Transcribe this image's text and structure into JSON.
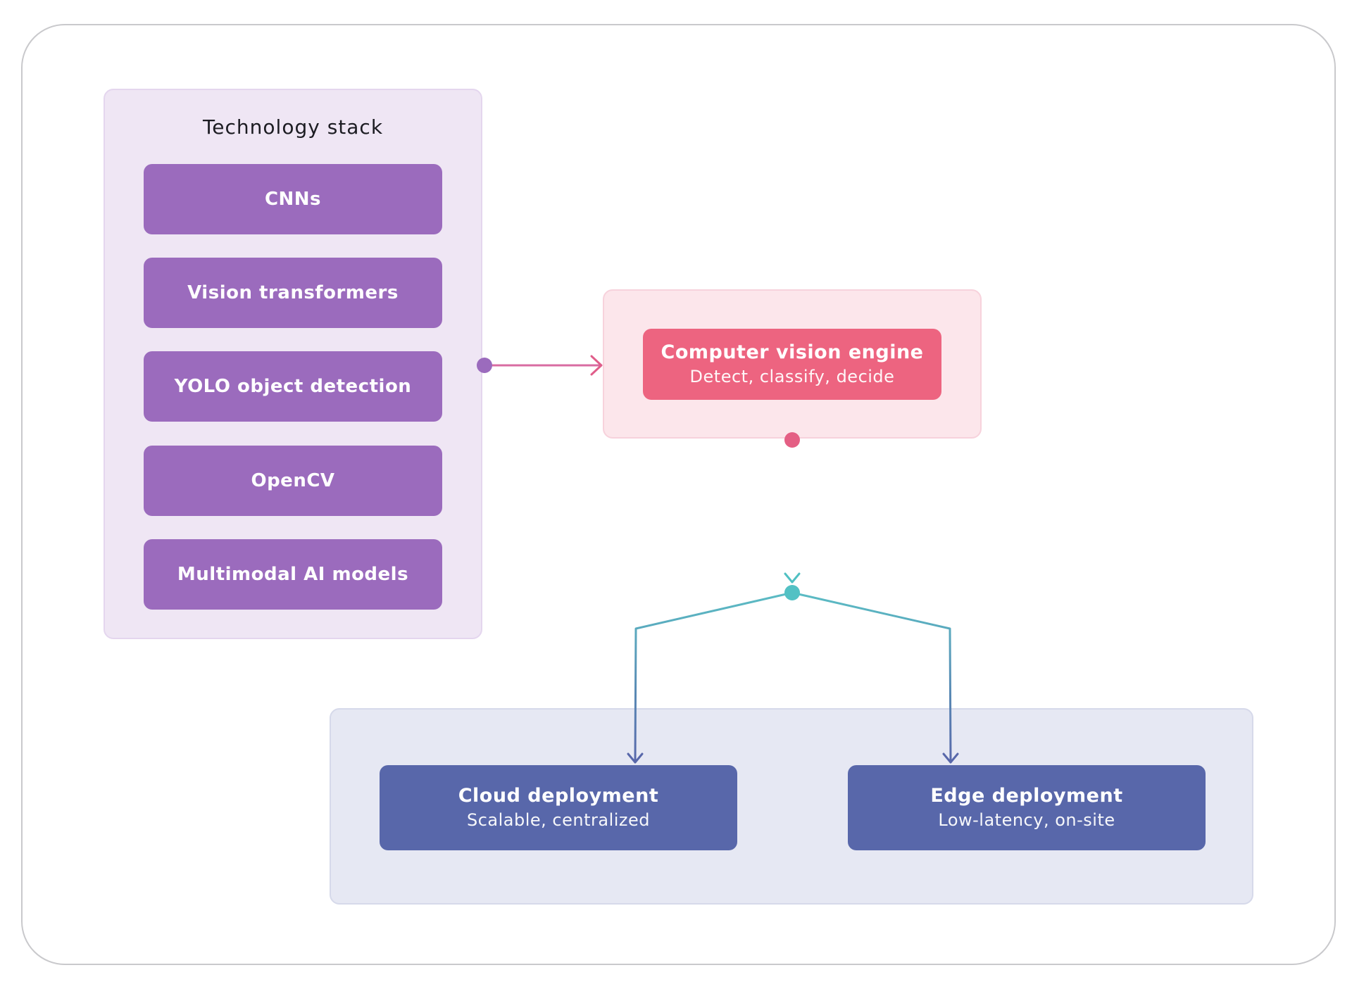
{
  "technology_stack": {
    "title": "Technology stack",
    "items": [
      "CNNs",
      "Vision transformers",
      "YOLO object detection",
      "OpenCV",
      "Multimodal AI models"
    ]
  },
  "engine": {
    "title": "Computer vision engine",
    "subtitle": "Detect, classify, decide"
  },
  "deployment": {
    "cloud": {
      "title": "Cloud deployment",
      "subtitle": "Scalable, centralized"
    },
    "edge": {
      "title": "Edge deployment",
      "subtitle": "Low-latency, on-site"
    }
  },
  "colors": {
    "stack_fill": "#9b6bbd",
    "stack_group": "#efe6f4",
    "engine_fill": "#ed6480",
    "engine_group": "#fce6eb",
    "deploy_fill": "#5867aa",
    "deploy_group": "#e6e8f3",
    "branch_line": "#5bbcc4"
  }
}
